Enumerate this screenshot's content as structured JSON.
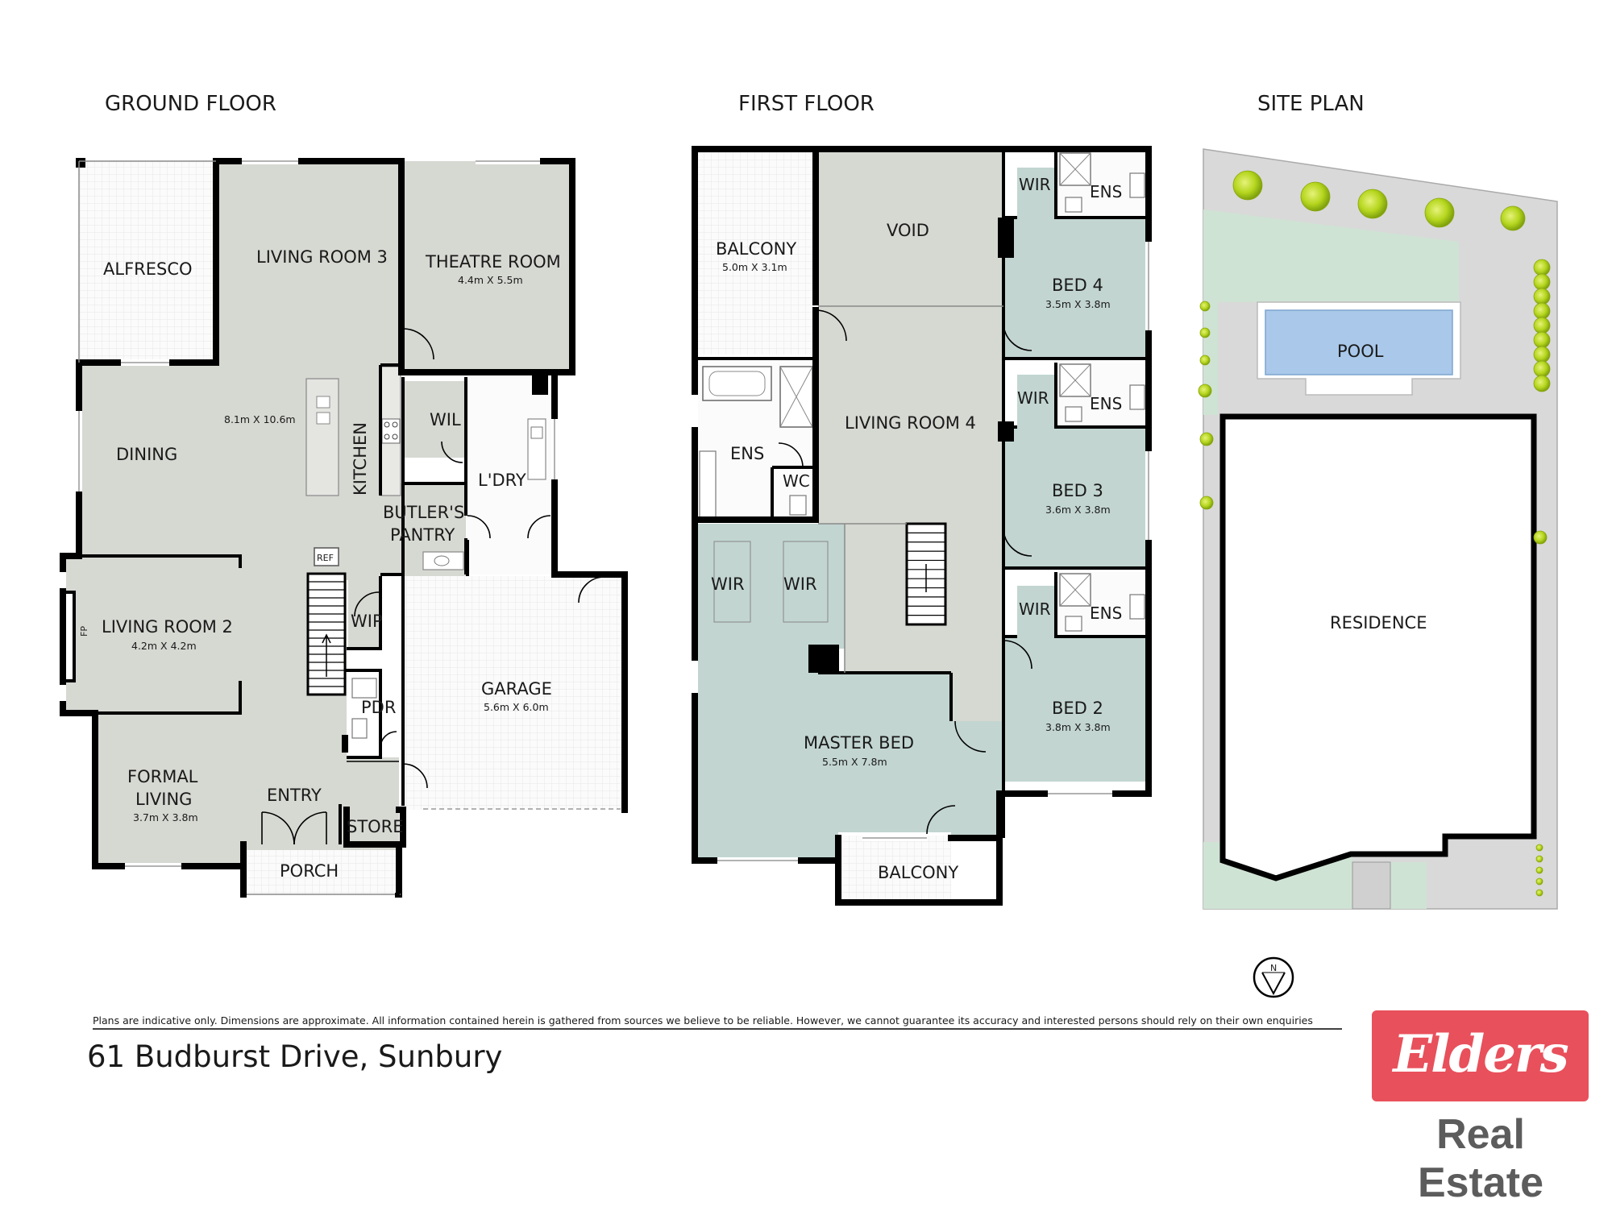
{
  "headings": {
    "ground_floor": "GROUND FLOOR",
    "first_floor": "FIRST FLOOR",
    "site_plan": "SITE PLAN"
  },
  "ground_floor": {
    "alfresco": "ALFRESCO",
    "living_room_3": "LIVING ROOM 3",
    "theatre_room": "THEATRE ROOM",
    "theatre_room_dim": "4.4m X 5.5m",
    "main_dim": "8.1m X 10.6m",
    "dining": "DINING",
    "kitchen": "KITCHEN",
    "wil": "WIL",
    "laundry": "L'DRY",
    "butlers_pantry_1": "BUTLER'S",
    "butlers_pantry_2": "PANTRY",
    "ref": "REF",
    "fp": "FP",
    "living_room_2": "LIVING ROOM 2",
    "living_room_2_dim": "4.2m X 4.2m",
    "wip": "WIP",
    "pdr": "PDR",
    "garage": "GARAGE",
    "garage_dim": "5.6m X 6.0m",
    "formal_living_1": "FORMAL",
    "formal_living_2": "LIVING",
    "formal_living_dim": "3.7m X 3.8m",
    "entry": "ENTRY",
    "store": "STORE",
    "porch": "PORCH"
  },
  "first_floor": {
    "balcony_top": "BALCONY",
    "balcony_top_dim": "5.0m X 3.1m",
    "void": "VOID",
    "wir_bed4": "WIR",
    "ens_bed4": "ENS",
    "bed_4": "BED 4",
    "bed_4_dim": "3.5m X 3.8m",
    "ens_master": "ENS",
    "wc": "WC",
    "living_room_4": "LIVING ROOM 4",
    "wir_bed3": "WIR",
    "ens_bed3": "ENS",
    "bed_3": "BED 3",
    "bed_3_dim": "3.6m X 3.8m",
    "wir_left": "WIR",
    "wir_right": "WIR",
    "wir_bed2": "WIR",
    "ens_bed2": "ENS",
    "bed_2": "BED 2",
    "bed_2_dim": "3.8m X 3.8m",
    "master_bed": "MASTER BED",
    "master_bed_dim": "5.5m X 7.8m",
    "balcony_bottom": "BALCONY"
  },
  "site_plan": {
    "pool": "POOL",
    "residence": "RESIDENCE"
  },
  "compass_label": "N",
  "disclaimer": "Plans are indicative only. Dimensions are approximate. All information contained herein is gathered from sources we believe to be reliable. However, we cannot guarantee its accuracy and interested persons should rely on their own enquiries",
  "address": "61 Budburst Drive, Sunbury",
  "logo": {
    "brand": "Elders",
    "subtitle": "Real Estate",
    "brand_color": "#e8505b"
  },
  "colors": {
    "ground_fill": "#d6d8d2",
    "bedroom_fill": "#c2d5d1",
    "lawn": "#cfe3d4",
    "pool": "#a9c8ea",
    "hardscape": "#d9d9d9",
    "tree": "#b5d61e"
  }
}
